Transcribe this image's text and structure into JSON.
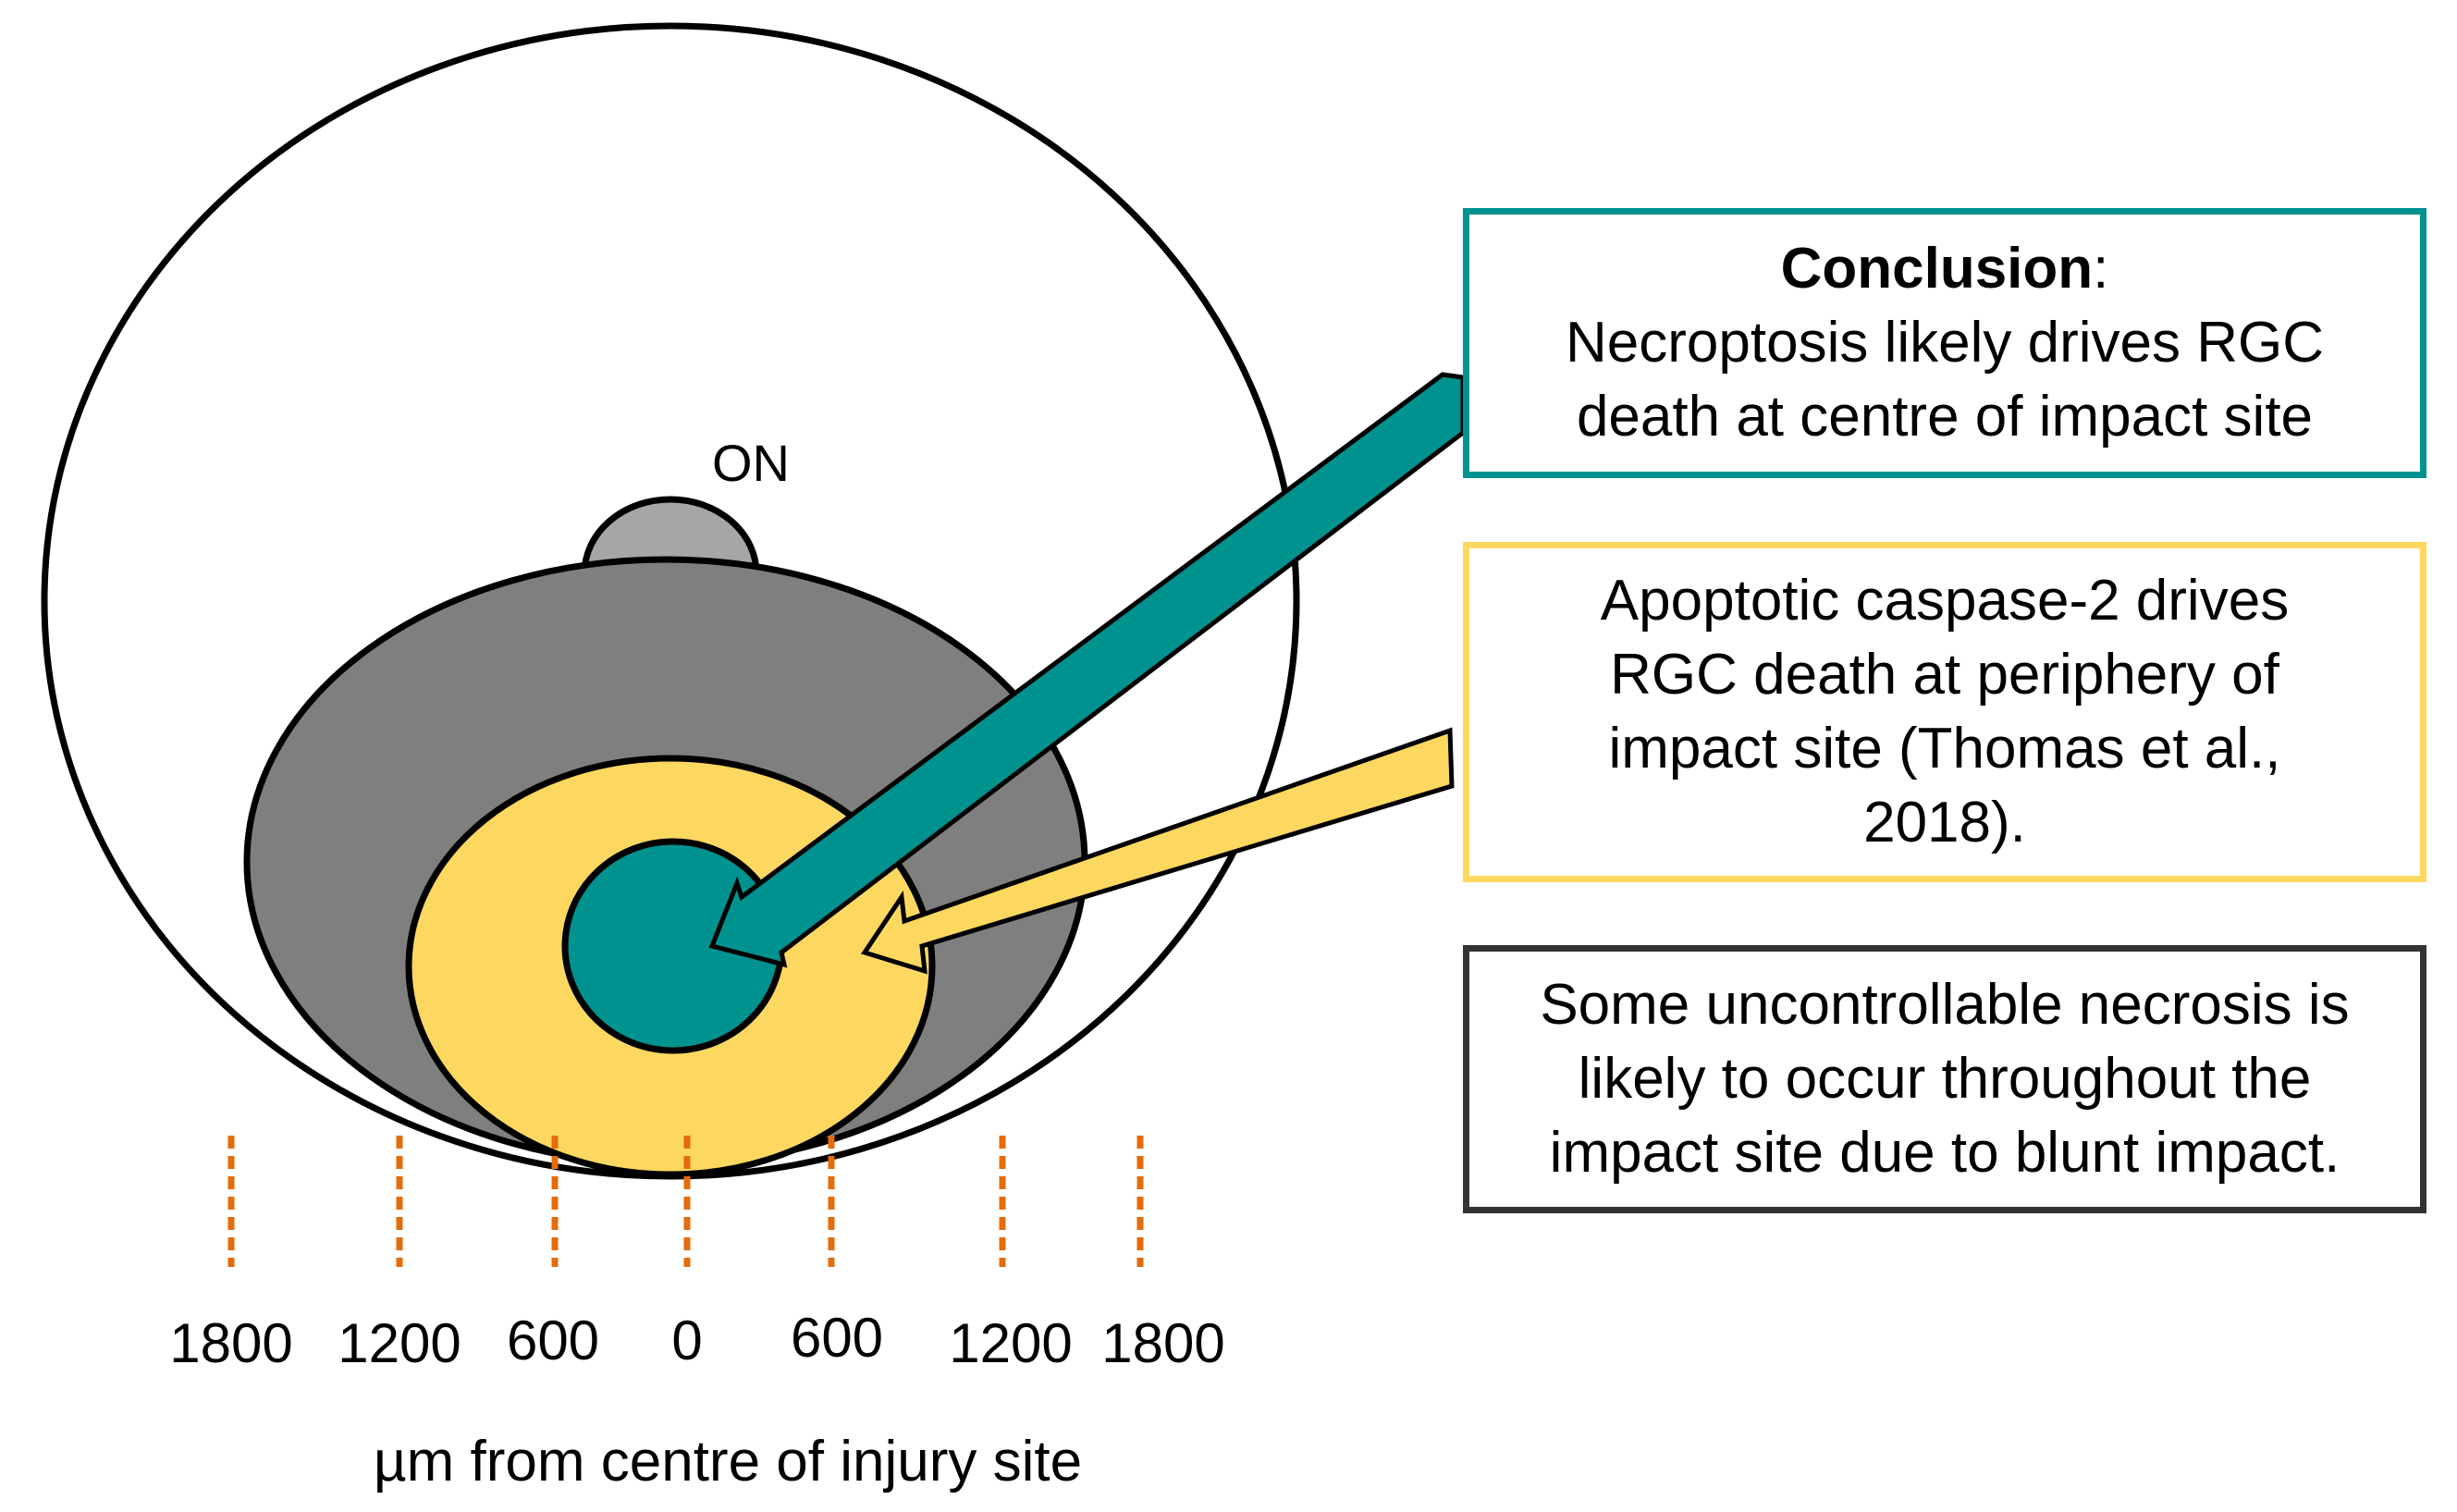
{
  "diagram": {
    "optic_nerve_label": "ON",
    "tick_labels": [
      "1800",
      "1200",
      "600",
      "0",
      "600",
      "1200",
      "1800"
    ],
    "axis_title": "µm from centre of injury site",
    "colors": {
      "teal": "#00928f",
      "yellow": "#fdd860",
      "dark_gray": "#7f7f7f",
      "light_gray": "#a6a6a6",
      "tick_orange": "#e46c0a",
      "outline": "#000000",
      "box_black": "#333333"
    }
  },
  "boxes": {
    "conclusion": {
      "heading": "Conclusion",
      "heading_suffix": ":",
      "line1": "Necroptosis likely drives RGC",
      "line2": "death at centre of impact site"
    },
    "apoptotic": {
      "line1": "Apoptotic caspase-2 drives",
      "line2": "RGC death at periphery of",
      "line3": "impact site (Thomas et al.,",
      "line4": "2018)."
    },
    "necrosis": {
      "line1": "Some uncontrollable necrosis is",
      "line2": "likely to occur throughout the",
      "line3": "impact site due to blunt impact."
    }
  }
}
